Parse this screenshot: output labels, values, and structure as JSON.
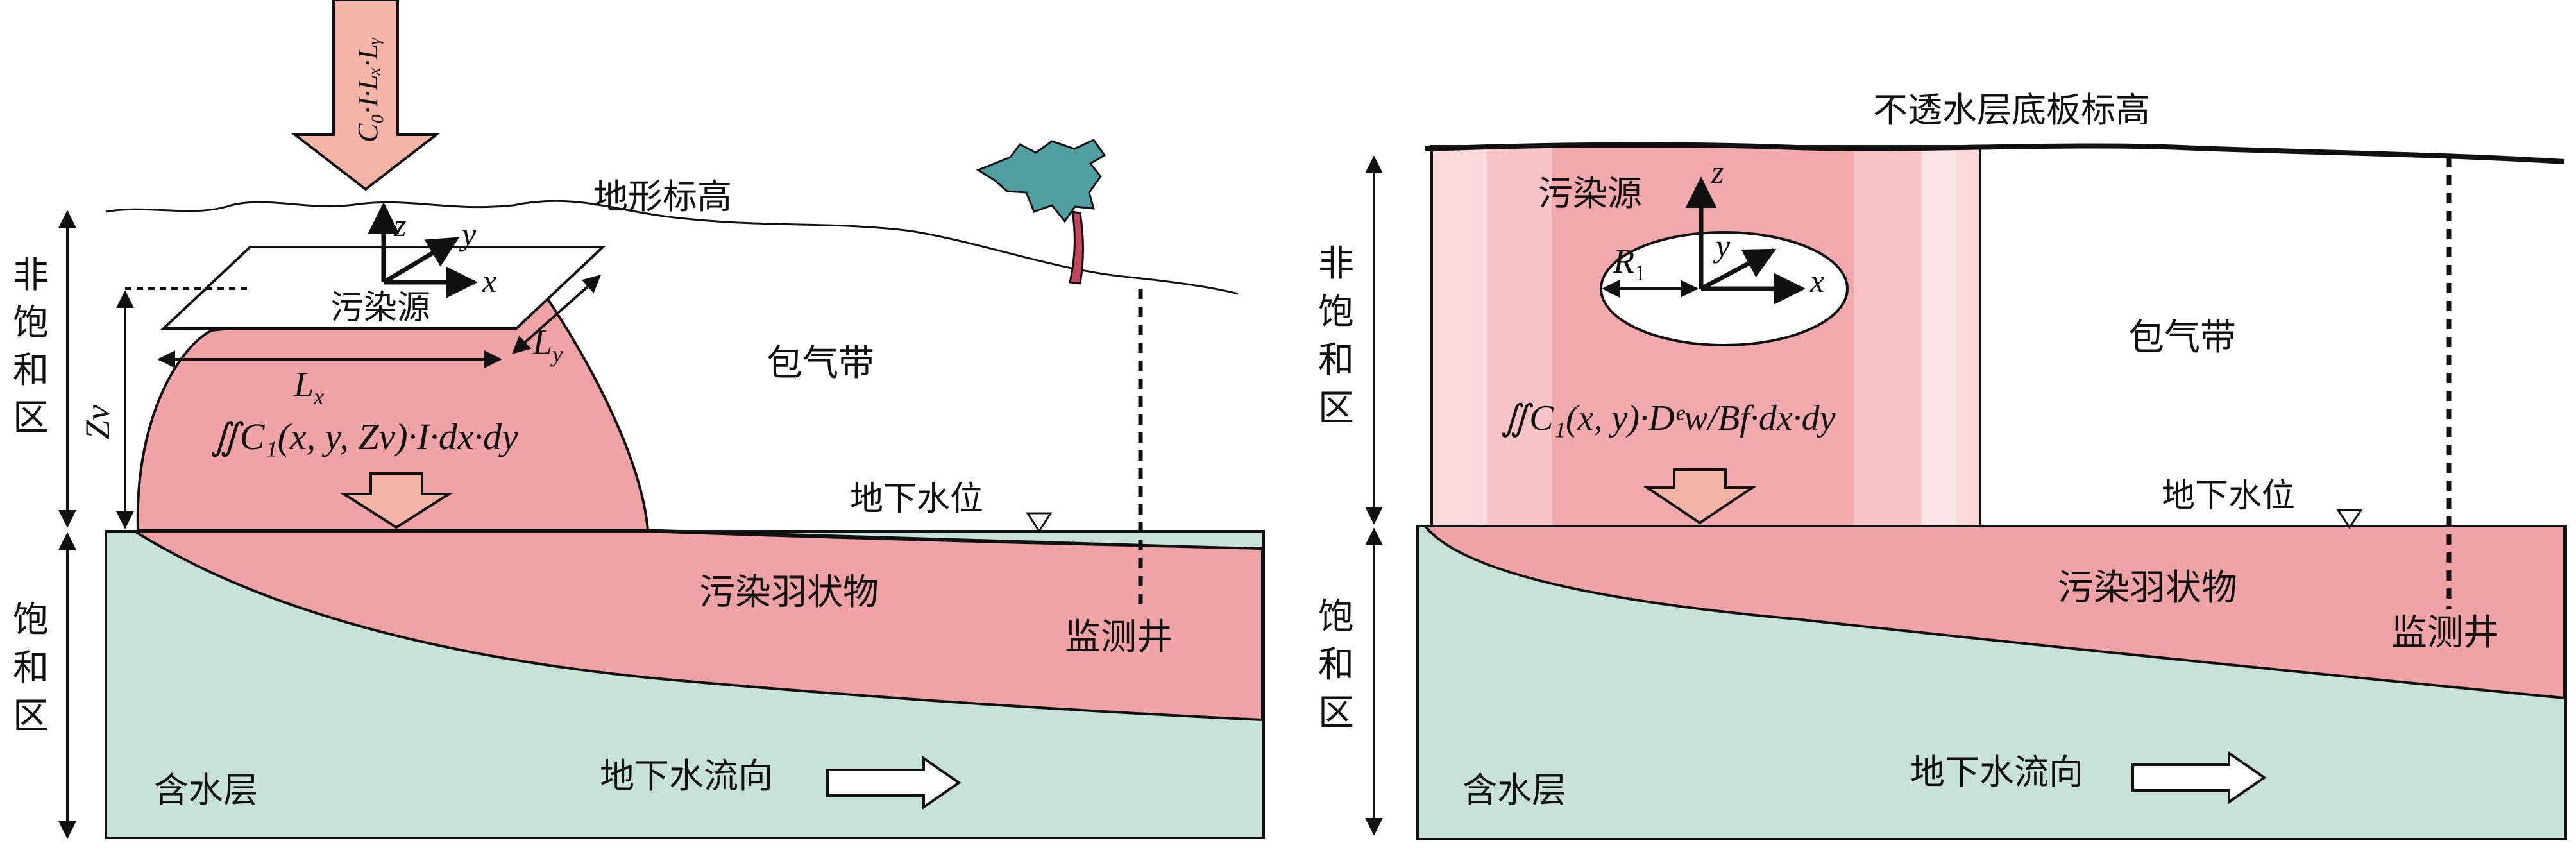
{
  "left_panel": {
    "terrain_label": "地形标高",
    "unsaturated_zone_label": [
      "非",
      "饱",
      "和",
      "区"
    ],
    "saturated_zone_label": [
      "饱",
      "和",
      "区"
    ],
    "vadose_zone_label": "包气带",
    "water_table_label": "地下水位",
    "source_label": "污染源",
    "plume_label": "污染羽状物",
    "well_label": "监测井",
    "aquifer_label": "含水层",
    "flow_label": "地下水流向",
    "axis_z": "z",
    "axis_y": "y",
    "axis_x": "x",
    "dim_lx": "L",
    "dim_lx_sub": "x",
    "dim_ly": "L",
    "dim_ly_sub": "y",
    "dim_zv": "Zv",
    "flux_formula": "C₀·I·Lₓ·Lᵧ",
    "integral_formula": "∬C₁(x, y, Zv)·I·dx·dy"
  },
  "right_panel": {
    "bottom_elevation_label": "不透水层底板标高",
    "unsaturated_zone_label": [
      "非",
      "饱",
      "和",
      "区"
    ],
    "saturated_zone_label": [
      "饱",
      "和",
      "区"
    ],
    "vadose_zone_label": "包气带",
    "water_table_label": "地下水位",
    "source_label": "污染源",
    "plume_label": "污染羽状物",
    "well_label": "监测井",
    "aquifer_label": "含水层",
    "flow_label": "地下水流向",
    "axis_z": "z",
    "axis_y": "y",
    "axis_x": "x",
    "radius_label": "R",
    "radius_sub": "1",
    "integral_formula": "∬C₁(x, y)·Dᵉw/Bf·dx·dy"
  },
  "colors": {
    "aquifer": "#c9e2d8",
    "plume": "#f0a3a6",
    "source_column_light": "#fbd8da",
    "source_column_mid": "#f7c3c6",
    "source_column_dark": "#f2a9ad",
    "arrow_fill": "#f4b4a8",
    "tree_canopy": "#4f9ea0",
    "tree_trunk": "#c0485a"
  }
}
